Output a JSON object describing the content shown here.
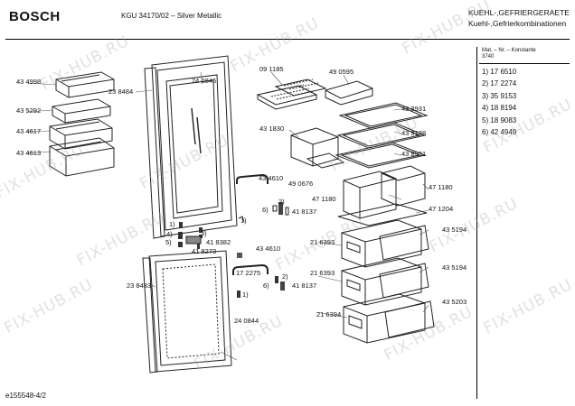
{
  "header": {
    "brand": "BOSCH",
    "model": "KGU 34170/02 – Silver Metallic",
    "category_de": "KUEHL-,GEFRIERGERAETE",
    "category_de2": "Kuehl-,Gefrierkombinationen"
  },
  "legend": {
    "head1": "Mat. – Nr. – Konstante",
    "head2": "3740",
    "items": [
      "1) 17 6510",
      "2) 17 2274",
      "3) 35 9153",
      "4) 18 8194",
      "5) 18 9083",
      "6) 42 4949"
    ]
  },
  "parts": {
    "p434998": "43 4998",
    "p435292": "43 5292",
    "p434617": "43 4617",
    "p434613": "43 4613",
    "p238484": "23 8484",
    "p240845": "24 0845",
    "p091185": "09 1185",
    "p490595": "49 0595",
    "p438931a": "43 8931",
    "p431830": "43 1830",
    "p439138": "43 9138",
    "p438931b": "43 8931",
    "p434610a": "43 4610",
    "p490676": "49 0676",
    "p471180a": "47 1180",
    "p471180b": "47 1180",
    "p418137a": "41 8137",
    "p471204": "47 1204",
    "p418382": "41 8382",
    "p418273": "41 8273",
    "p434610b": "43 4610",
    "p216393a": "21 6393",
    "p435194a": "43 5194",
    "p172275": "17 2275",
    "p418137b": "41 8137",
    "p216393b": "21 6393",
    "p435194b": "43 5194",
    "p238483": "23 8483",
    "p435203": "43 5203",
    "p240844": "24 0844",
    "p216394": "21 6394"
  },
  "callouts": {
    "c1a": "1)",
    "c2a": "2)",
    "c6a": "6)",
    "c1b": "1)",
    "c3b": "3)",
    "c4b": "4)",
    "c5b": "5)",
    "c2c": "2)",
    "c6c": "6)",
    "c1c": "1)"
  },
  "footer": "e155548-4/2",
  "watermark": "FIX-HUB.RU"
}
